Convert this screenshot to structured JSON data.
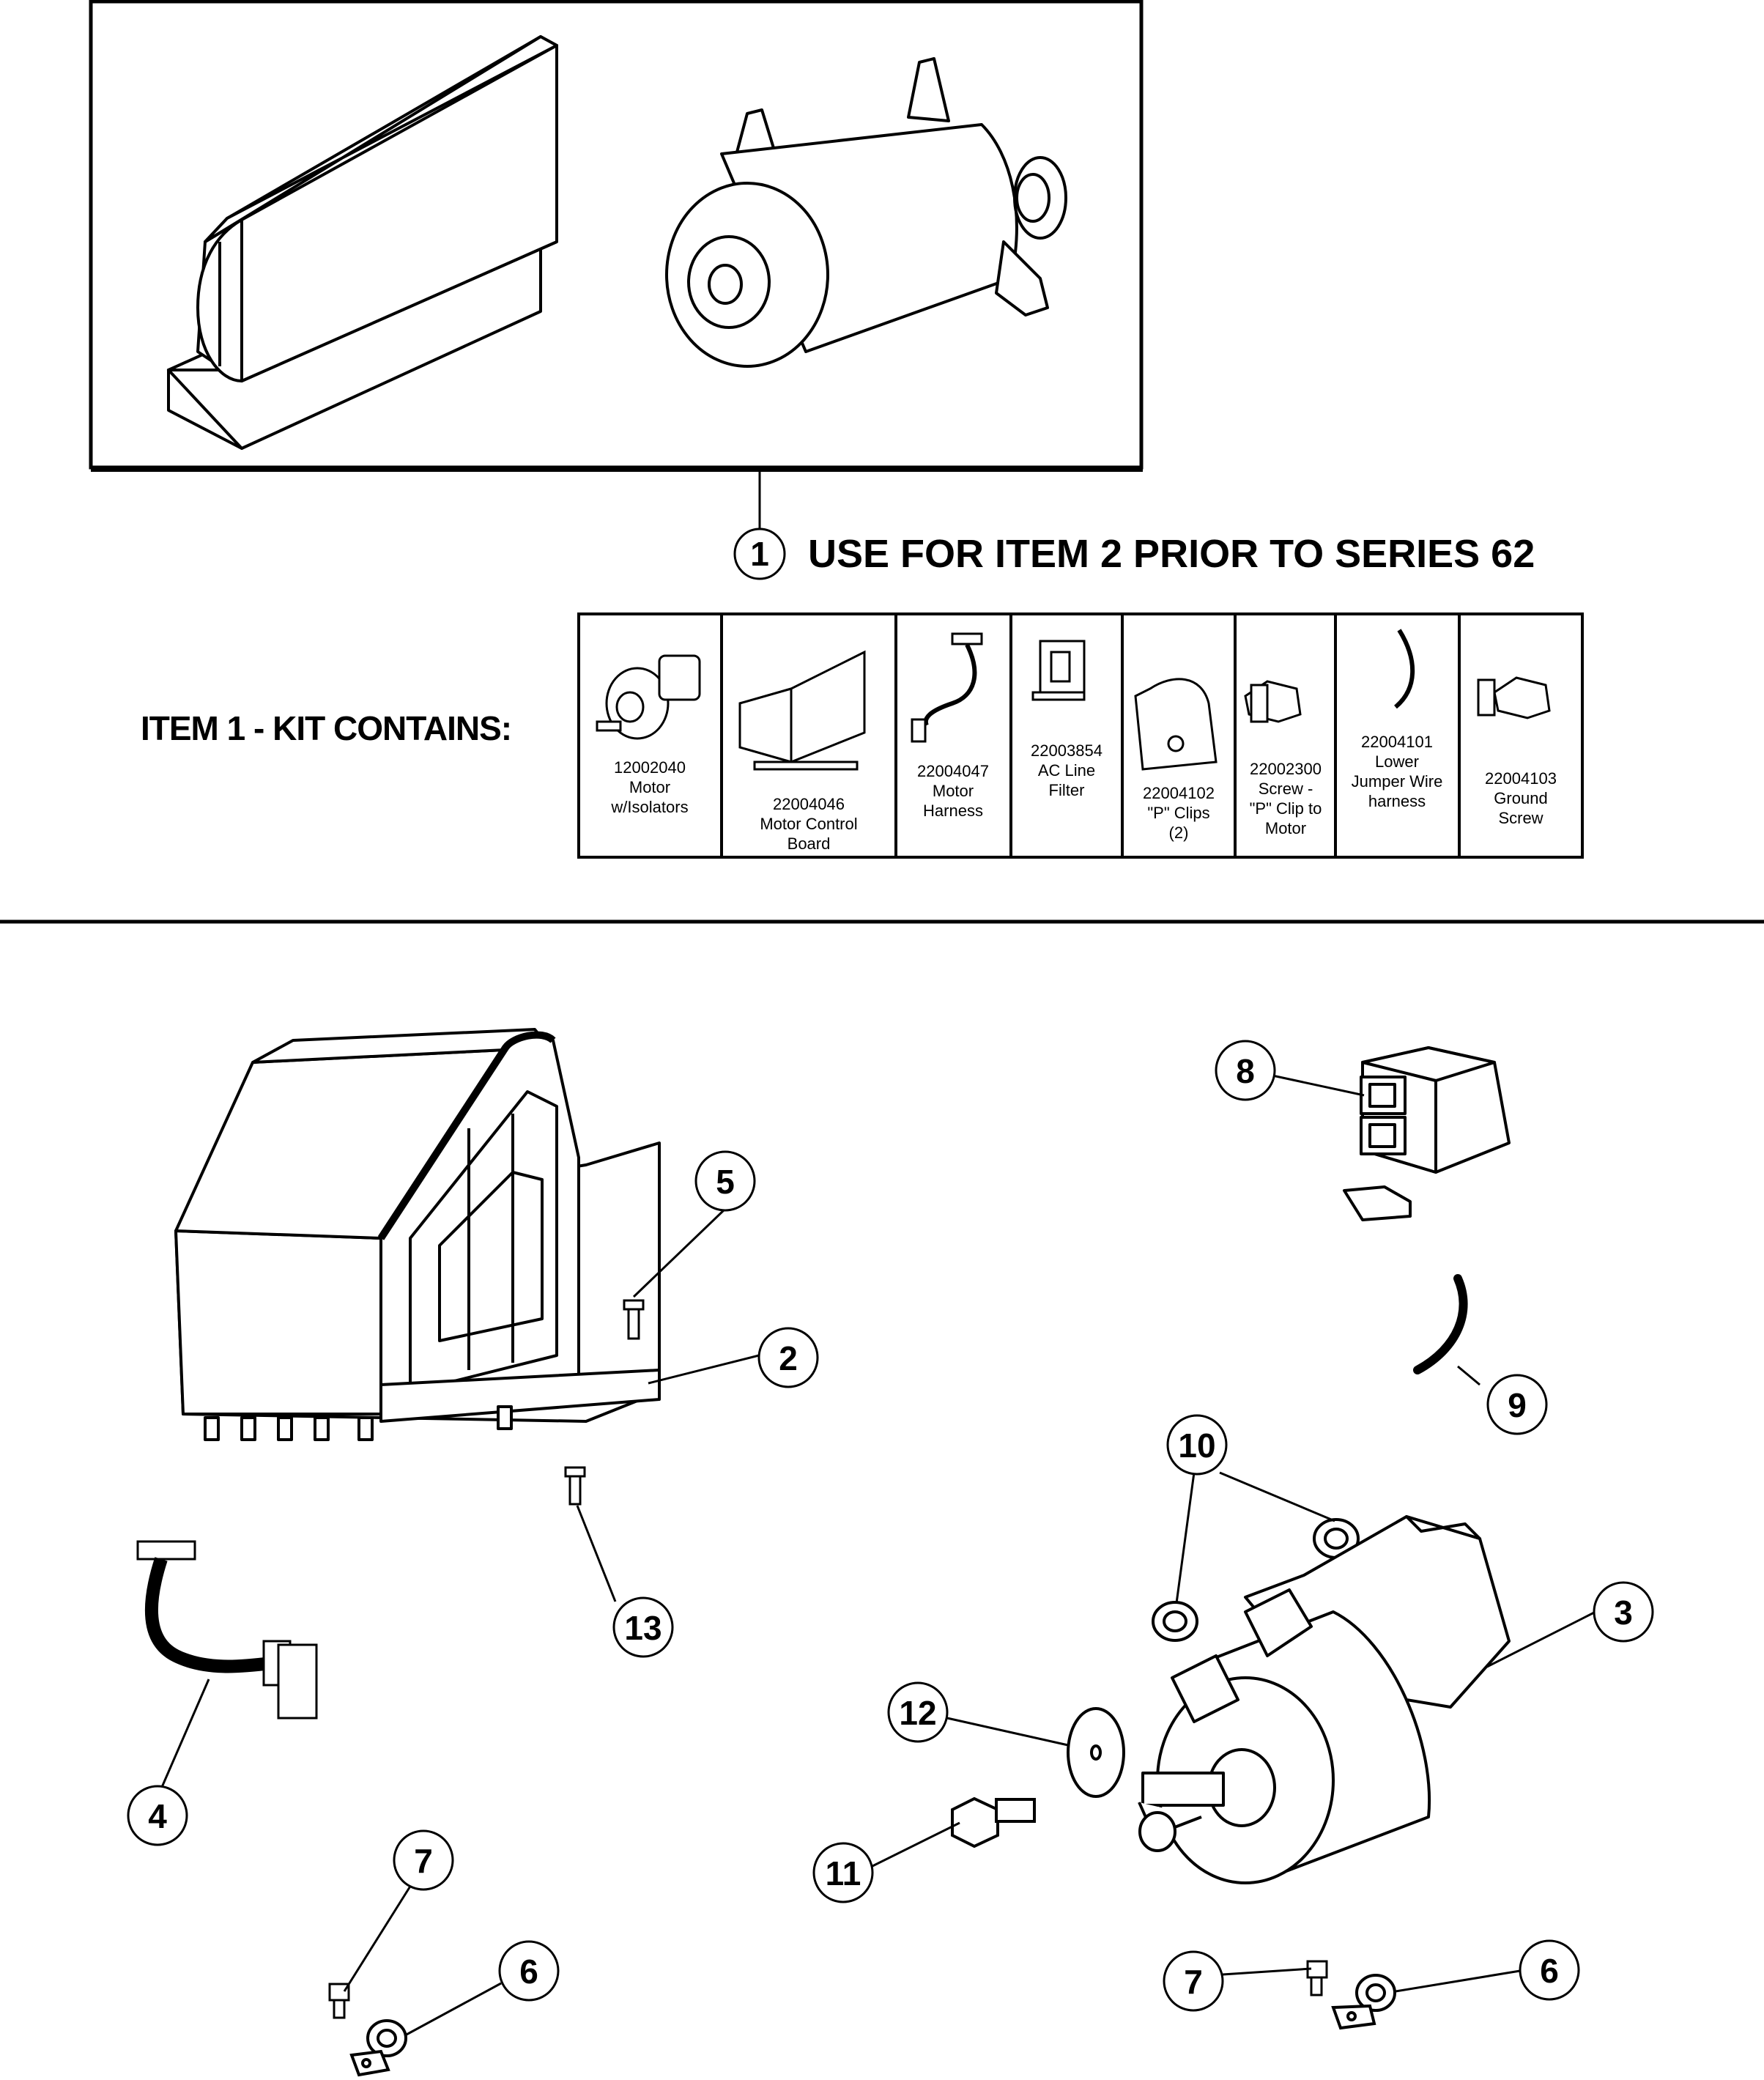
{
  "header": {
    "callout_number": "1",
    "note": "USE FOR ITEM 2 PRIOR TO SERIES 62"
  },
  "kit": {
    "label": "ITEM 1 - KIT CONTAINS:",
    "items": [
      {
        "lines": [
          "12002040",
          "Motor",
          "w/Isolators"
        ]
      },
      {
        "lines": [
          "22004046",
          "Motor Control",
          "Board"
        ]
      },
      {
        "lines": [
          "22004047",
          "Motor",
          "Harness"
        ]
      },
      {
        "lines": [
          "22003854",
          "AC Line",
          "Filter"
        ]
      },
      {
        "lines": [
          "22004102",
          "\"P\" Clips",
          "(2)"
        ]
      },
      {
        "lines": [
          "22002300",
          "Screw -",
          "\"P\" Clip to",
          "Motor"
        ]
      },
      {
        "lines": [
          "22004101",
          "Lower",
          "Jumper Wire",
          "harness"
        ]
      },
      {
        "lines": [
          "22004103",
          "Ground",
          "Screw"
        ]
      }
    ]
  },
  "callouts": {
    "c2": "2",
    "c3": "3",
    "c4": "4",
    "c5": "5",
    "c6a": "6",
    "c6b": "6",
    "c7a": "7",
    "c7b": "7",
    "c8": "8",
    "c9": "9",
    "c10": "10",
    "c11": "11",
    "c12": "12",
    "c13": "13"
  }
}
